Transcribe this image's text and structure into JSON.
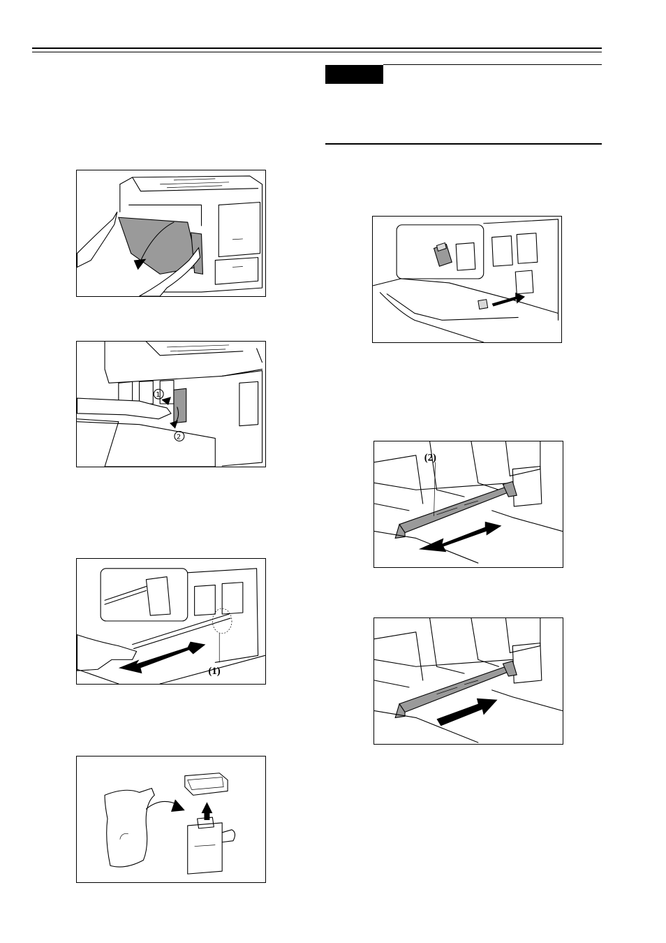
{
  "header": {
    "style": "double-rule"
  },
  "notice_badge": {
    "color": "#000000"
  },
  "figures": [
    {
      "id": "fig-1",
      "icon": "open-front-cover-illustration",
      "labels": []
    },
    {
      "id": "fig-2",
      "icon": "remove-waste-toner-box-illustration",
      "step_markers": [
        "1",
        "2"
      ]
    },
    {
      "id": "fig-3",
      "icon": "cleaning-rod-illustration",
      "callout": "(1)"
    },
    {
      "id": "fig-4",
      "icon": "unpack-waste-toner-box-illustration",
      "labels": []
    },
    {
      "id": "fig-5",
      "icon": "install-waste-toner-box-illustration",
      "labels": []
    },
    {
      "id": "fig-6",
      "icon": "pull-rail-illustration",
      "callout": "(2)"
    },
    {
      "id": "fig-7",
      "icon": "push-rail-illustration",
      "labels": []
    }
  ]
}
